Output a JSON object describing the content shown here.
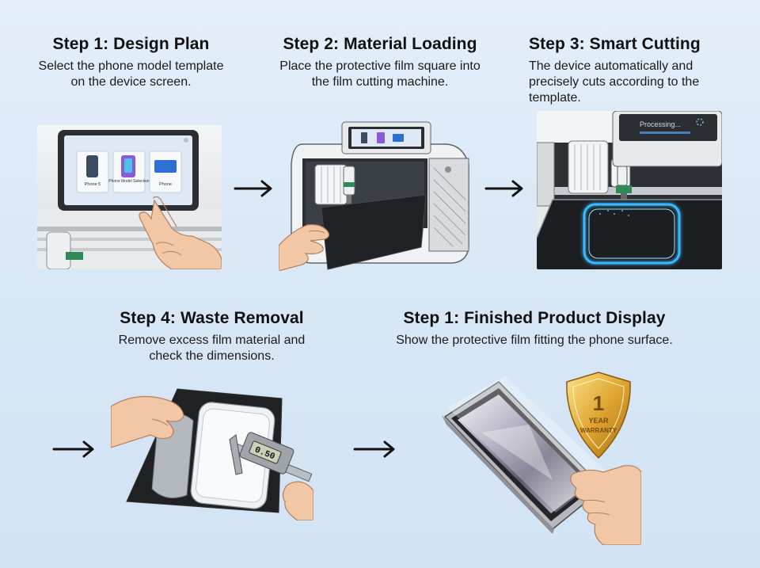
{
  "steps": [
    {
      "title": "Step 1: Design Plan",
      "desc": "Select the phone model template on the device screen."
    },
    {
      "title": "Step 2: Material Loading",
      "desc": "Place the protective film square into the film cutting machine."
    },
    {
      "title": "Step 3: Smart Cutting",
      "desc": "The device automatically and precisely cuts according to the template."
    },
    {
      "title": "Step 4: Waste Removal",
      "desc": "Remove excess film material and check the dimensions."
    },
    {
      "title": "Step 1: Finished Product Display",
      "desc": "Show the protective film fitting the phone surface."
    }
  ],
  "screen1": {
    "items": [
      "Phone 5",
      "Phone Model Selection",
      "Phone"
    ]
  },
  "screen3": {
    "status": "Processing..."
  },
  "caliper": {
    "reading": "0.50"
  },
  "badge": {
    "number": "1",
    "line1": "YEAR",
    "line2": "WARRANTY"
  }
}
